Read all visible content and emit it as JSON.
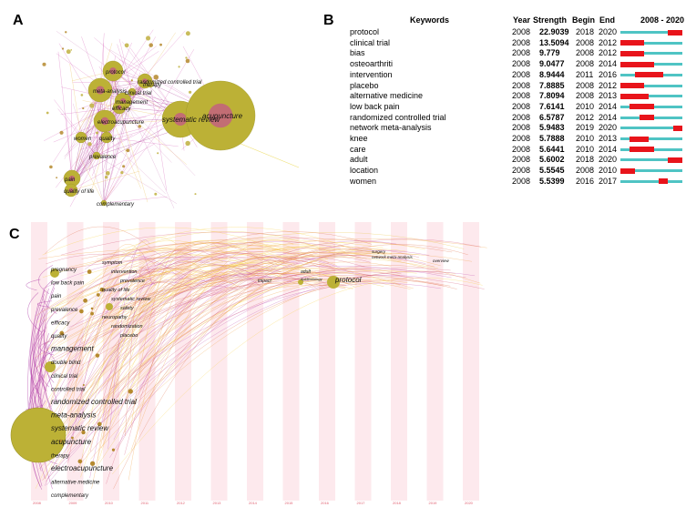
{
  "panels": {
    "a": "A",
    "b": "B",
    "c": "C"
  },
  "network_labels": [
    "protocol",
    "randomized controlled trial",
    "therapy",
    "meta-analysis",
    "clinical trial",
    "management",
    "efficacy",
    "systematic review",
    "acupuncture",
    "electroacupuncture",
    "women",
    "quality",
    "prevalence",
    "pain",
    "quality of life",
    "complementary"
  ],
  "table": {
    "headers": {
      "keywords": "Keywords",
      "year": "Year",
      "strength": "Strength",
      "begin": "Begin",
      "end": "End",
      "range": "2008 - 2020"
    },
    "rows": [
      {
        "keyword": "protocol",
        "year": "2008",
        "strength": "22.9039",
        "begin": "2018",
        "end": "2020"
      },
      {
        "keyword": "clinical trial",
        "year": "2008",
        "strength": "13.5094",
        "begin": "2008",
        "end": "2012"
      },
      {
        "keyword": "bias",
        "year": "2008",
        "strength": "9.779",
        "begin": "2008",
        "end": "2012"
      },
      {
        "keyword": "osteoarthriti",
        "year": "2008",
        "strength": "9.0477",
        "begin": "2008",
        "end": "2014"
      },
      {
        "keyword": "intervention",
        "year": "2008",
        "strength": "8.9444",
        "begin": "2011",
        "end": "2016"
      },
      {
        "keyword": "placebo",
        "year": "2008",
        "strength": "7.8885",
        "begin": "2008",
        "end": "2012"
      },
      {
        "keyword": "alternative medicine",
        "year": "2008",
        "strength": "7.8094",
        "begin": "2008",
        "end": "2013"
      },
      {
        "keyword": "low back pain",
        "year": "2008",
        "strength": "7.6141",
        "begin": "2010",
        "end": "2014"
      },
      {
        "keyword": "randomized controlled trial",
        "year": "2008",
        "strength": "6.5787",
        "begin": "2012",
        "end": "2014"
      },
      {
        "keyword": "network meta-analysis",
        "year": "2008",
        "strength": "5.9483",
        "begin": "2019",
        "end": "2020"
      },
      {
        "keyword": "knee",
        "year": "2008",
        "strength": "5.7888",
        "begin": "2010",
        "end": "2013"
      },
      {
        "keyword": "care",
        "year": "2008",
        "strength": "5.6441",
        "begin": "2010",
        "end": "2014"
      },
      {
        "keyword": "adult",
        "year": "2008",
        "strength": "5.6002",
        "begin": "2018",
        "end": "2020"
      },
      {
        "keyword": "location",
        "year": "2008",
        "strength": "5.5545",
        "begin": "2008",
        "end": "2010"
      },
      {
        "keyword": "women",
        "year": "2008",
        "strength": "5.5399",
        "begin": "2016",
        "end": "2017"
      }
    ]
  },
  "timeline": {
    "years": [
      "2008",
      "2009",
      "2010",
      "2011",
      "2012",
      "2013",
      "2014",
      "2015",
      "2016",
      "2017",
      "2018",
      "2019",
      "2020"
    ],
    "labels_left": [
      "pregnancy",
      "low back pain",
      "pain",
      "prevalence",
      "efficacy",
      "quality",
      "management",
      "double blind",
      "clinical trial",
      "controlled trial",
      "randomized controlled trial",
      "meta-analysis",
      "systematic review",
      "acupuncture",
      "therapy",
      "electroacupuncture",
      "alternative medicine",
      "complementary"
    ],
    "labels_mid": [
      "symptom",
      "intervention",
      "prevalence",
      "quality of life",
      "systematic review",
      "safety",
      "neuropathy",
      "randomization",
      "placebo"
    ],
    "labels_right": [
      "protocol",
      "adult",
      "impact",
      "surgery",
      "network meta-analysis",
      "overview",
      "epidemiology"
    ]
  },
  "chart_data": {
    "type": "table",
    "title": "",
    "columns": [
      "Keywords",
      "Year",
      "Strength",
      "Begin",
      "End",
      "2008 - 2020"
    ],
    "timeline_start": 2008,
    "timeline_end": 2020,
    "rows": [
      [
        "protocol",
        2008,
        22.9039,
        2018,
        2020
      ],
      [
        "clinical trial",
        2008,
        13.5094,
        2008,
        2012
      ],
      [
        "bias",
        2008,
        9.779,
        2008,
        2012
      ],
      [
        "osteoarthriti",
        2008,
        9.0477,
        2008,
        2014
      ],
      [
        "intervention",
        2008,
        8.9444,
        2011,
        2016
      ],
      [
        "placebo",
        2008,
        7.8885,
        2008,
        2012
      ],
      [
        "alternative medicine",
        2008,
        7.8094,
        2008,
        2013
      ],
      [
        "low back pain",
        2008,
        7.6141,
        2010,
        2014
      ],
      [
        "randomized controlled trial",
        2008,
        6.5787,
        2012,
        2014
      ],
      [
        "network meta-analysis",
        2008,
        5.9483,
        2019,
        2020
      ],
      [
        "knee",
        2008,
        5.7888,
        2010,
        2013
      ],
      [
        "care",
        2008,
        5.6441,
        2010,
        2014
      ],
      [
        "adult",
        2008,
        5.6002,
        2018,
        2020
      ],
      [
        "location",
        2008,
        5.5545,
        2008,
        2010
      ],
      [
        "women",
        2008,
        5.5399,
        2016,
        2017
      ]
    ],
    "colors": {
      "timeline": "#4fc4c4",
      "burst": "#e8141b"
    }
  }
}
